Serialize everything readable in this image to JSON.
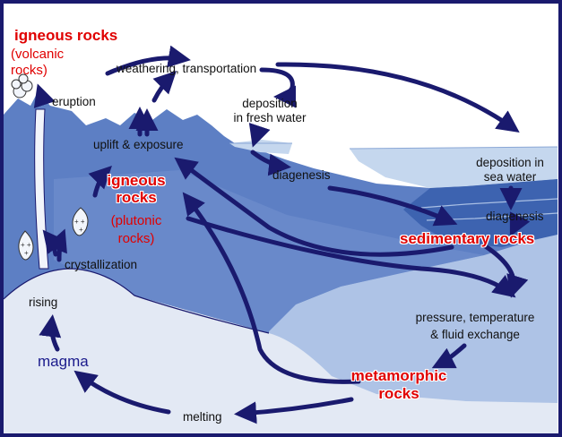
{
  "labels": {
    "igneous_volcanic_title": "igneous rocks",
    "volcanic_line1": "(volcanic",
    "volcanic_line2": "rocks)",
    "eruption": "eruption",
    "weathering": "weathering, transportation",
    "deposition_fresh_1": "deposition",
    "deposition_fresh_2": "in fresh water",
    "uplift": "uplift & exposure",
    "diagenesis_fresh": "diagenesis",
    "deposition_sea_1": "deposition in",
    "deposition_sea_2": "sea water",
    "diagenesis_sea": "diagenesis",
    "igneous_plutonic_1": "igneous",
    "igneous_plutonic_2": "rocks",
    "plutonic_line1": "(plutonic",
    "plutonic_line2": "rocks)",
    "sedimentary": "sedimentary rocks",
    "crystallization": "crystallization",
    "rising": "rising",
    "pressure_line1": "pressure, temperature",
    "pressure_line2": "& fluid exchange",
    "magma": "magma",
    "metamorphic_1": "metamorphic",
    "metamorphic_2": "rocks",
    "melting": "melting"
  },
  "colors": {
    "frame": "#1a1a6e",
    "sky": "#ffffff",
    "upper_rock": "#5d7fc4",
    "water": "#c5d7ee",
    "lower_crust": "#aec3e6",
    "magma_dome": "#e3e9f4",
    "arrow": "#1a1a6e",
    "label_red": "#e00000"
  }
}
